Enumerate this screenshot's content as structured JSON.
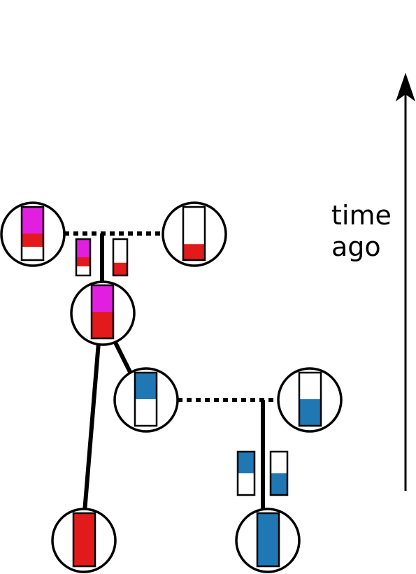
{
  "time_axis": {
    "label_line1": "time",
    "label_line2": "ago"
  },
  "colors": {
    "magenta": "#e21fe0",
    "red": "#e31a1c",
    "blue": "#1f78b4",
    "outline": "#000000",
    "background": "#ffffff"
  },
  "nodes": [
    {
      "id": "top-left-ancestor",
      "composition": [
        {
          "color": "magenta",
          "fraction": 0.5
        },
        {
          "color": "red",
          "fraction": 0.25
        },
        {
          "color": "white",
          "fraction": 0.25
        }
      ]
    },
    {
      "id": "top-right-ancestor",
      "composition": [
        {
          "color": "white",
          "fraction": 0.7
        },
        {
          "color": "red",
          "fraction": 0.3
        }
      ]
    },
    {
      "id": "admixed-red-node",
      "composition": [
        {
          "color": "magenta",
          "fraction": 0.5
        },
        {
          "color": "red",
          "fraction": 0.5
        }
      ]
    },
    {
      "id": "middle-blue-node",
      "composition": [
        {
          "color": "blue",
          "fraction": 0.5
        },
        {
          "color": "white",
          "fraction": 0.5
        }
      ]
    },
    {
      "id": "right-blue-node",
      "composition": [
        {
          "color": "white",
          "fraction": 0.5
        },
        {
          "color": "blue",
          "fraction": 0.5
        }
      ]
    },
    {
      "id": "bottom-red-node",
      "composition": [
        {
          "color": "red",
          "fraction": 1.0
        }
      ]
    },
    {
      "id": "bottom-blue-node",
      "composition": [
        {
          "color": "blue",
          "fraction": 1.0
        }
      ]
    }
  ],
  "contributions": [
    {
      "id": "left-contribution-top",
      "composition": [
        {
          "color": "magenta",
          "fraction": 0.5
        },
        {
          "color": "red",
          "fraction": 0.25
        },
        {
          "color": "white",
          "fraction": 0.25
        }
      ]
    },
    {
      "id": "right-contribution-top",
      "composition": [
        {
          "color": "white",
          "fraction": 0.65
        },
        {
          "color": "red",
          "fraction": 0.35
        }
      ]
    },
    {
      "id": "left-contribution-bottom",
      "composition": [
        {
          "color": "blue",
          "fraction": 0.5
        },
        {
          "color": "white",
          "fraction": 0.5
        }
      ]
    },
    {
      "id": "right-contribution-bottom",
      "composition": [
        {
          "color": "white",
          "fraction": 0.5
        },
        {
          "color": "blue",
          "fraction": 0.5
        }
      ]
    }
  ]
}
